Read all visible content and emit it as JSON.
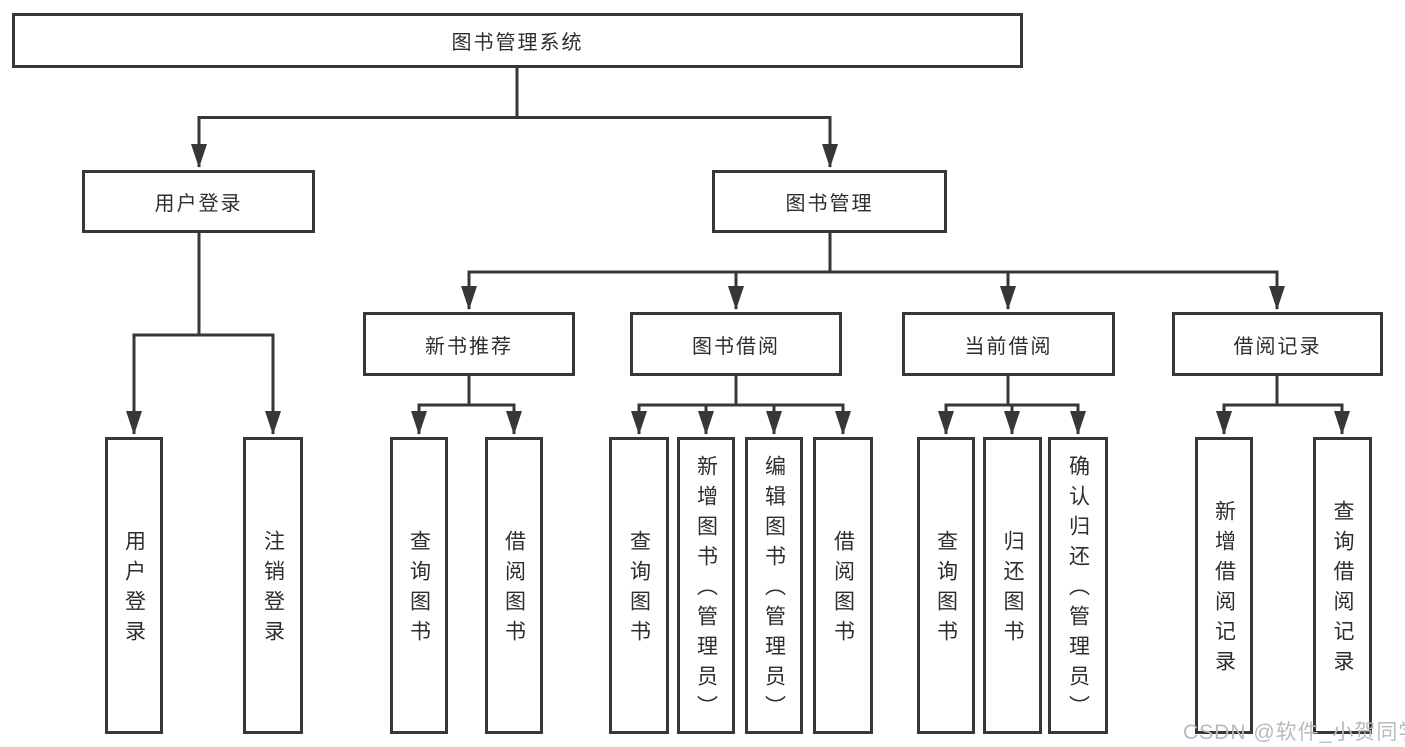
{
  "tree": {
    "root": {
      "label": "图书管理系统"
    },
    "login": {
      "label": "用户登录",
      "children": [
        "用户登录",
        "注销登录"
      ]
    },
    "management": {
      "label": "图书管理",
      "children": [
        {
          "label": "新书推荐",
          "children": [
            "查询图书",
            "借阅图书"
          ]
        },
        {
          "label": "图书借阅",
          "children": [
            "查询图书",
            "新增图书（管理员）",
            "编辑图书（管理员）",
            "借阅图书"
          ]
        },
        {
          "label": "当前借阅",
          "children": [
            "查询图书",
            "归还图书",
            "确认归还（管理员）"
          ]
        },
        {
          "label": "借阅记录",
          "children": [
            "新增借阅记录",
            "查询借阅记录"
          ]
        }
      ]
    }
  },
  "watermark": {
    "text": "CSDN @软件_小贺同学"
  },
  "colors": {
    "line": "#373737",
    "box_border": "#373737",
    "text": "#2e2e2e",
    "watermark": "#b7bbbf",
    "background": "#ffffff"
  }
}
